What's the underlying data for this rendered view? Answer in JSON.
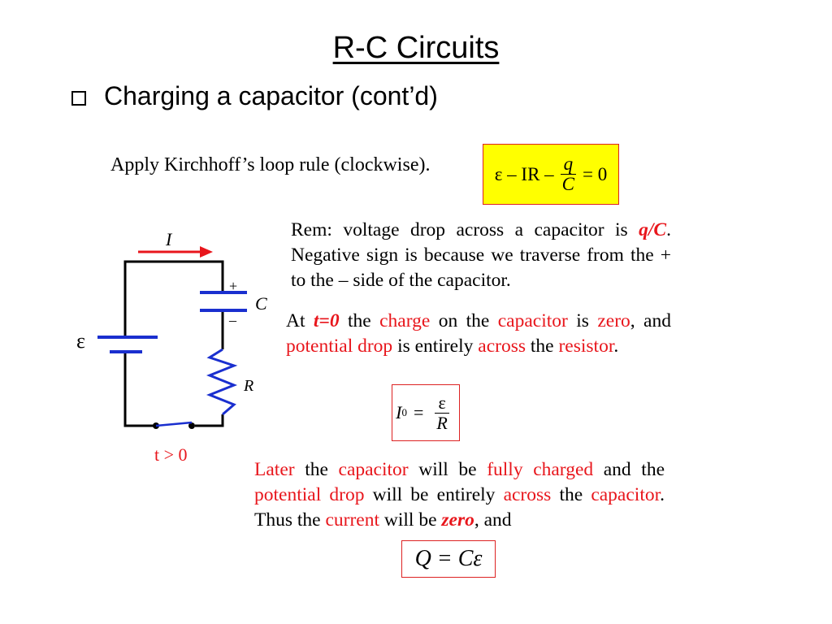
{
  "slide": {
    "title": "R-C Circuits",
    "bullet": "Charging a capacitor (cont’d)",
    "apply_text": "Apply Kirchhoff’s loop rule (clockwise).",
    "eq1": {
      "lhs": "ε – IR –",
      "frac_num": "q",
      "frac_den": "C",
      "rhs": "= 0",
      "bg_color": "#ffff00",
      "border_color": "#dd2222"
    },
    "rem": {
      "part1": "Rem: voltage drop across a capacitor is ",
      "qc": "q/C",
      "part2": ". Negative sign is because we traverse from the + to the – side of the capacitor."
    },
    "at": {
      "w1": "At ",
      "t0": "t=0",
      "w2": " the ",
      "charge": "charge",
      "w3": " on the ",
      "capacitor": "capacitor",
      "w4": " is ",
      "zero": "zero",
      "w5": ", and ",
      "potential_drop": "potential drop",
      "w6": " is entirely ",
      "across": "across",
      "w7": " the ",
      "resistor": "resistor",
      "w8": "."
    },
    "eq2": {
      "lhs": "I",
      "sub": "0",
      "eq": "=",
      "num": "ε",
      "den": "R"
    },
    "later": {
      "later": "Later",
      "w1": " the ",
      "capacitor": "capacitor",
      "w2": " will be ",
      "fully_charged": "fully charged",
      "w3": " and the ",
      "potential_drop": "potential drop",
      "w4": " will be entirely ",
      "across": "across",
      "w5": " the ",
      "capacitor2": "capacitor",
      "w6": ".  Thus the ",
      "current": "current",
      "w7": " will be ",
      "zero": "zero",
      "w8": ", and"
    },
    "eq3": "Q = Cε",
    "circuit": {
      "current_label": "I",
      "emf_label": "ε",
      "cap_label": "C",
      "plus": "+",
      "minus": "–",
      "res_label": "R",
      "time_label": "t > 0"
    },
    "colors": {
      "accent_red": "#e8161c",
      "component_blue": "#1a2fcf"
    }
  }
}
